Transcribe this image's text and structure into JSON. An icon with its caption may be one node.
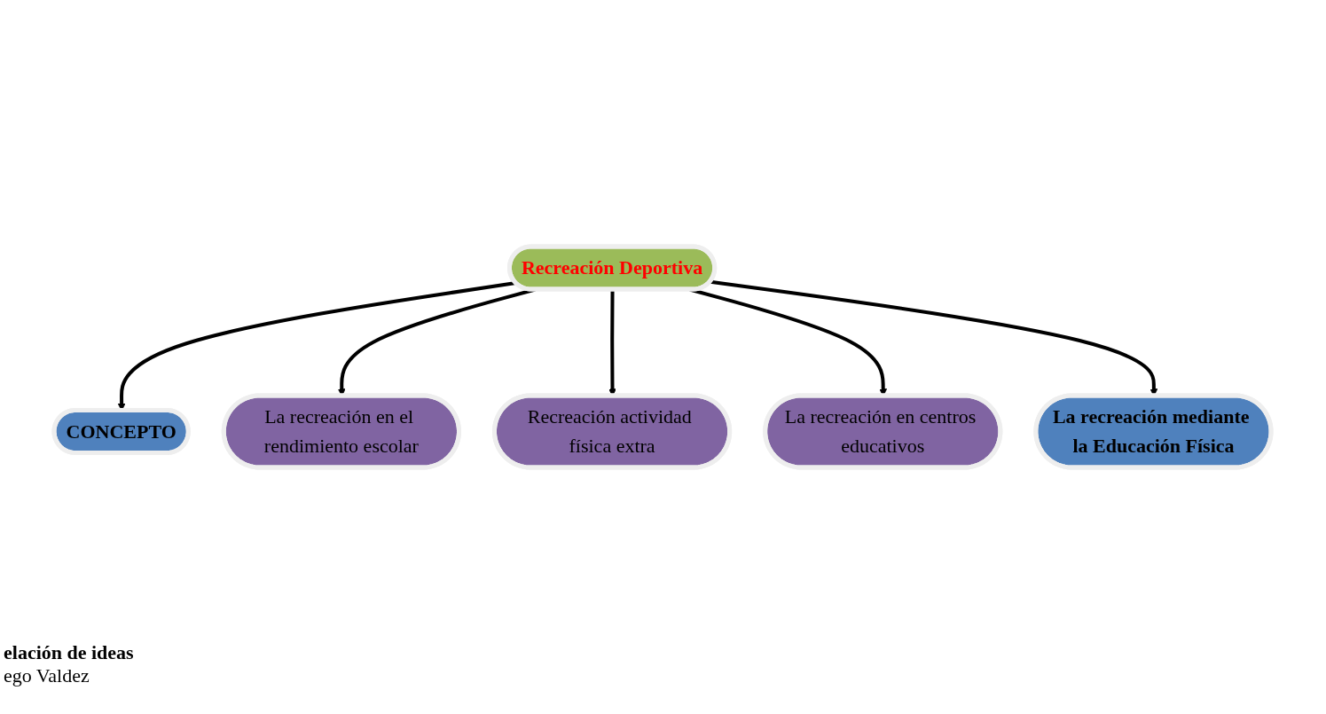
{
  "diagram": {
    "nodes": [
      {
        "text": [
          "CONCEPTO"
        ]
      },
      {
        "text": [
          "La recreación en el rendimiento escolar"
        ]
      },
      {
        "text": [
          "Recreación actividad física extra"
        ]
      },
      {
        "text": [
          "Recreación Deportiva"
        ]
      },
      {
        "text": [
          "La recreación en centros educativos"
        ]
      },
      {
        "text": [
          "La recreación mediante la Educación Física"
        ]
      }
    ],
    "edges": [
      {
        "from": 3,
        "to": 0,
        "arrow": "to"
      },
      {
        "from": 3,
        "to": 1,
        "arrow": "to"
      },
      {
        "from": 3,
        "to": 2,
        "arrow": "to"
      },
      {
        "from": 3,
        "to": 4,
        "arrow": "to"
      },
      {
        "from": 3,
        "to": 5,
        "arrow": "to"
      }
    ],
    "labels": [
      "elación  de ideas",
      "ego Valdez"
    ]
  }
}
